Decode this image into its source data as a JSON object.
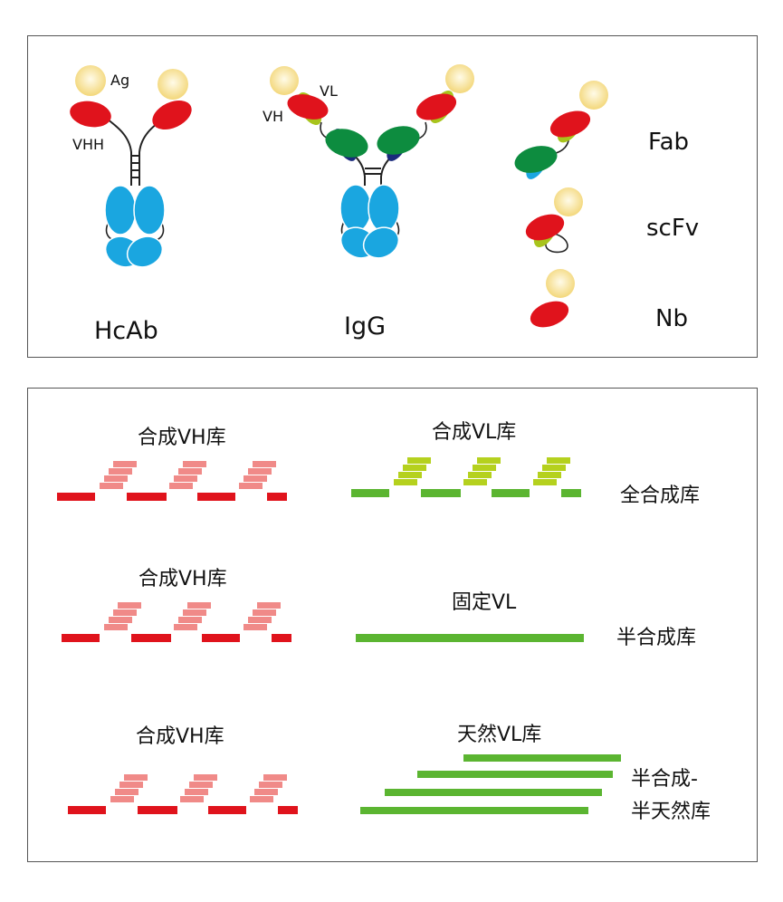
{
  "colors": {
    "antigen": "#f7e08a",
    "vh_red": "#e0131c",
    "vl_lime": "#a8c41c",
    "ch1_green": "#0d8c3f",
    "navy": "#1a2a7c",
    "fc_blue": "#1aa6e0",
    "synthetic_pink": "#f08a88",
    "synthetic_lime": "#b5d11e",
    "fixed_green": "#5bb531"
  },
  "top": {
    "hcab": {
      "label": "HcAb",
      "ag_label": "Ag",
      "vhh_label": "VHH"
    },
    "igg": {
      "label": "IgG",
      "vl_label": "VL",
      "vh_label": "VH"
    },
    "fragments": {
      "fab_label": "Fab",
      "scfv_label": "scFv",
      "nb_label": "Nb"
    }
  },
  "bottom": {
    "row1": {
      "left_title": "合成VH库",
      "right_title": "合成VL库",
      "library": "全合成库"
    },
    "row2": {
      "left_title": "合成VH库",
      "right_title": "固定VL",
      "library": "半合成库"
    },
    "row3": {
      "left_title": "合成VH库",
      "right_title": "天然VL库",
      "library_line1": "半合成-",
      "library_line2": "半天然库"
    }
  }
}
